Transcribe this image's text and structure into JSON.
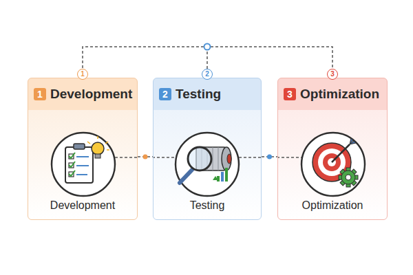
{
  "diagram": {
    "nodes": [
      {
        "text": [
          "1",
          "Development",
          "Development"
        ]
      },
      {
        "text": [
          "2",
          "Testing",
          "Testing"
        ]
      },
      {
        "text": [
          "3",
          "Optimization",
          "Optimization"
        ]
      }
    ],
    "edges": [
      {
        "from": 0,
        "to": 1,
        "arrow": "none"
      },
      {
        "from": 1,
        "to": 2,
        "arrow": "none"
      },
      {
        "from": 0,
        "to": 2,
        "arrow": "none"
      }
    ],
    "labels": [
      "1",
      "2",
      "3"
    ]
  }
}
